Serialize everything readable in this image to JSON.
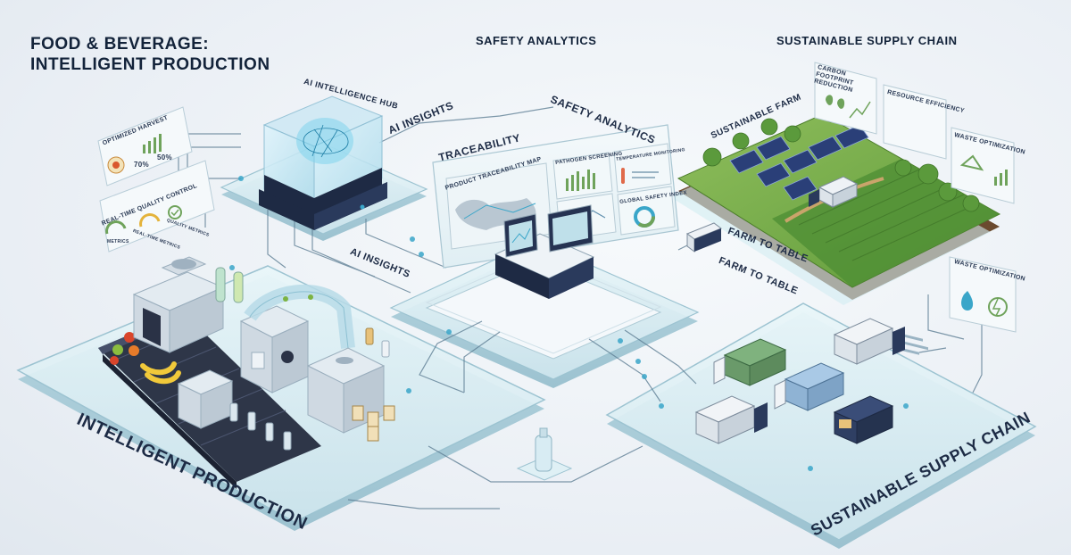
{
  "title": {
    "line1": "FOOD & BEVERAGE:",
    "line2": "INTELLIGENT PRODUCTION"
  },
  "headers": {
    "safety_analytics": "SAFETY ANALYTICS",
    "supply_chain": "SUSTAINABLE SUPPLY CHAIN"
  },
  "ai_hub": {
    "label": "AI INTELLIGENCE HUB"
  },
  "flow_labels": {
    "ai_insights_top": "AI INSIGHTS",
    "ai_insights_mid": "AI INSIGHTS",
    "traceability": "TRACEABILITY",
    "safety_analytics": "SAFETY ANALYTICS",
    "farm_to_table_1": "FARM TO TABLE",
    "farm_to_table_2": "FARM TO TABLE"
  },
  "left_panels": {
    "harvest": {
      "title": "OPTIMIZED HARVEST",
      "value_a": "70%",
      "value_b": "50%"
    },
    "quality": {
      "title": "REAL-TIME QUALITY CONTROL",
      "metric_1": "METRICS",
      "metric_2": "REAL-TIME METRICS",
      "metric_3": "QUALITY METRICS"
    }
  },
  "analytics_screen": {
    "map_title": "PRODUCT TRACEABILITY MAP",
    "pathogen": "PATHOGEN SCREENING",
    "temperature": "TEMPERATURE MONITORING",
    "global_index": "GLOBAL SAFETY INDEX"
  },
  "farm": {
    "label": "SUSTAINABLE FARM"
  },
  "supply_panels": {
    "carbon": "CARBON FOOTPRINT REDUCTION",
    "resource": "RESOURCE EFFICIENCY",
    "waste": "WASTE OPTIMIZATION",
    "waste_side": "WASTE OPTIMIZATION"
  },
  "platform_labels": {
    "production": "INTELLIGENT PRODUCTION",
    "supply": "SUSTAINABLE SUPPLY CHAIN"
  },
  "colors": {
    "accent": "#3aa6c9",
    "navy": "#1e2a44",
    "glass": "#d8eef4",
    "green": "#5a9a3a"
  }
}
